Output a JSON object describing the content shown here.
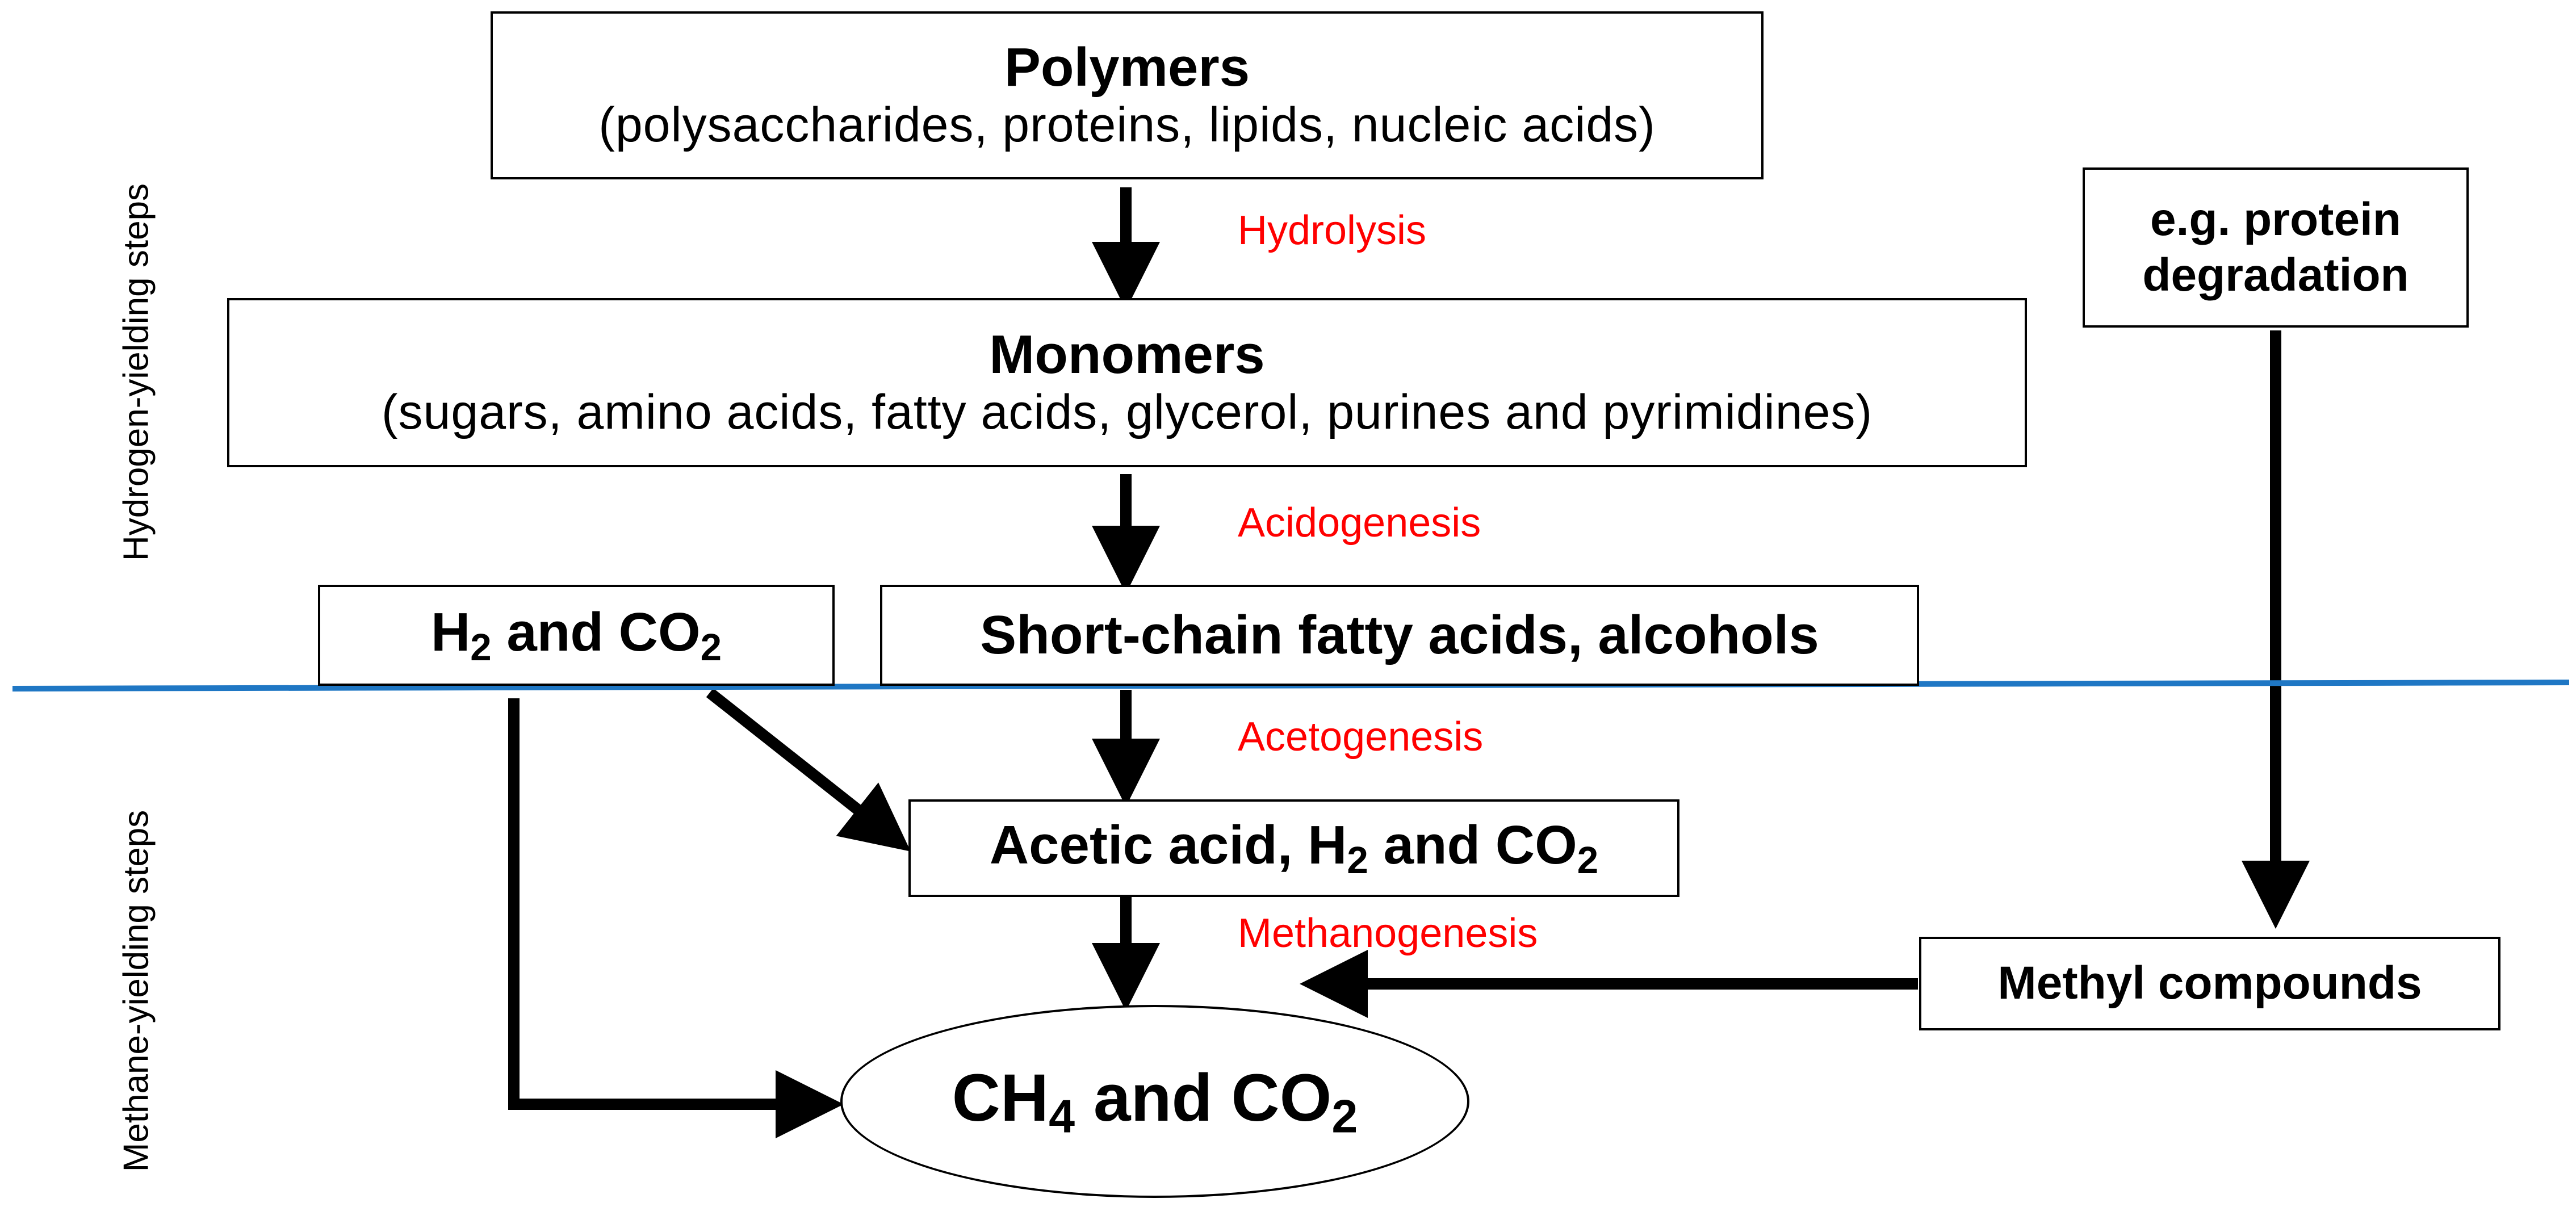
{
  "polymers": {
    "title": "Polymers",
    "subtitle": "(polysaccharides,  proteins, lipids, nucleic  acids)"
  },
  "monomers": {
    "title": "Monomers",
    "subtitle": "(sugars,  amino  acids, fatty acids, glycerol, purines  and pyrimidines)"
  },
  "h2co2_box": {
    "h_letter": "H",
    "h_sub": "2",
    "and": " and CO",
    "co_sub": "2"
  },
  "scfa_box": {
    "label": "Short-chain fatty acids, alcohols"
  },
  "acetic_box": {
    "part1": "Acetic acid, H",
    "h_sub": "2",
    "part2": " and CO",
    "co_sub": "2"
  },
  "methyl_box": {
    "label": "Methyl compounds"
  },
  "protein_box": {
    "line1": "e.g. protein",
    "line2": "degradation"
  },
  "product": {
    "part1": "CH",
    "ch_sub": "4",
    "part2": " and CO",
    "co_sub": "2"
  },
  "steps": {
    "hydrolysis": "Hydrolysis",
    "acidogenesis": "Acidogenesis",
    "acetogenesis": "Acetogenesis",
    "methanogenesis": "Methanogenesis"
  },
  "side_labels": {
    "hydrogen": "Hydrogen-yielding steps",
    "methane": "Methane-yielding steps"
  },
  "colors": {
    "step_text": "#ff0000",
    "divider": "#1f77c4",
    "arrow": "#000000"
  }
}
